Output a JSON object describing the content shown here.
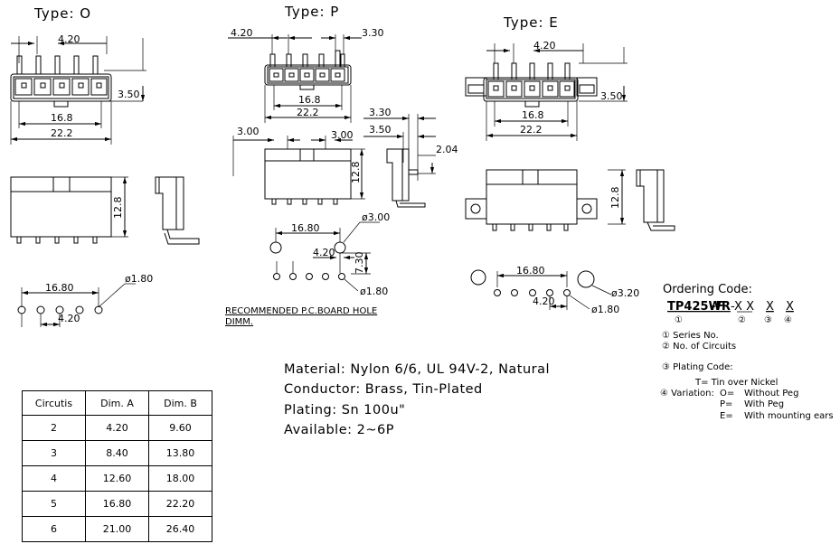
{
  "types": {
    "o": {
      "label": "Type:  O",
      "dim_pitch": "4.20",
      "dim_height": "3.50",
      "dim_inner": "16.8",
      "dim_outer": "22.2",
      "dim_side": "12.8",
      "pcb_span": "16.80",
      "pcb_hole": "ø1.80",
      "pcb_pitch": "4.20"
    },
    "p": {
      "label": "Type:  P",
      "dim_pitch": "4.20",
      "dim_right": "3.30",
      "dim_inner": "16.8",
      "dim_outer": "22.2",
      "dim_front_left": "3.00",
      "dim_front_right": "3.00",
      "dim_front_height": "12.8",
      "dim_side_a": "3.30",
      "dim_side_b": "3.50",
      "dim_side_c": "2.04",
      "pcb_span": "16.80",
      "pcb_peg": "ø3.00",
      "pcb_pitch": "4.20",
      "pcb_offset": "7.30",
      "pcb_hole": "ø1.80",
      "pcb_caption_1": "RECOMMENDED  P.C.BOARD  HOLE",
      "pcb_caption_2": "DIMM."
    },
    "e": {
      "label": "Type:  E",
      "dim_pitch": "4.20",
      "dim_height": "3.50",
      "dim_inner": "16.8",
      "dim_outer": "22.2",
      "dim_side": "12.8",
      "pcb_span": "16.80",
      "pcb_peg": "ø3.20",
      "pcb_pitch": "4.20",
      "pcb_hole": "ø1.80"
    }
  },
  "ordering": {
    "title": "Ordering  Code:",
    "code_main": "TP425WR",
    "code_f": "-F",
    "code_xx": "-X  X",
    "code_x3": "X",
    "code_x4": "X",
    "num1": "①",
    "num2": "②",
    "num3": "③",
    "num4": "④",
    "legend_1": "① Series  No.",
    "legend_2": "② No.  of  Circuits",
    "legend_3": "③ Plating  Code:",
    "legend_3_value": "T=  Tin  over  Nickel",
    "legend_4_label": "④ Variation:",
    "var_o_code": "O=",
    "var_o_text": "Without  Peg",
    "var_p_code": "P=",
    "var_p_text": "With  Peg",
    "var_e_code": "E=",
    "var_e_text": "With  mounting  ears"
  },
  "material": {
    "line1": "Material:  Nylon  6/6,  UL  94V-2,  Natural",
    "line2": "Conductor:  Brass,  Tin-Plated",
    "line3": "Plating:  Sn  100u\"",
    "line4": "Available:  2~6P"
  },
  "table": {
    "headers": [
      "Circutis",
      "Dim. A",
      "Dim.  B"
    ],
    "rows": [
      [
        "2",
        "4.20",
        "9.60"
      ],
      [
        "3",
        "8.40",
        "13.80"
      ],
      [
        "4",
        "12.60",
        "18.00"
      ],
      [
        "5",
        "16.80",
        "22.20"
      ],
      [
        "6",
        "21.00",
        "26.40"
      ]
    ]
  }
}
